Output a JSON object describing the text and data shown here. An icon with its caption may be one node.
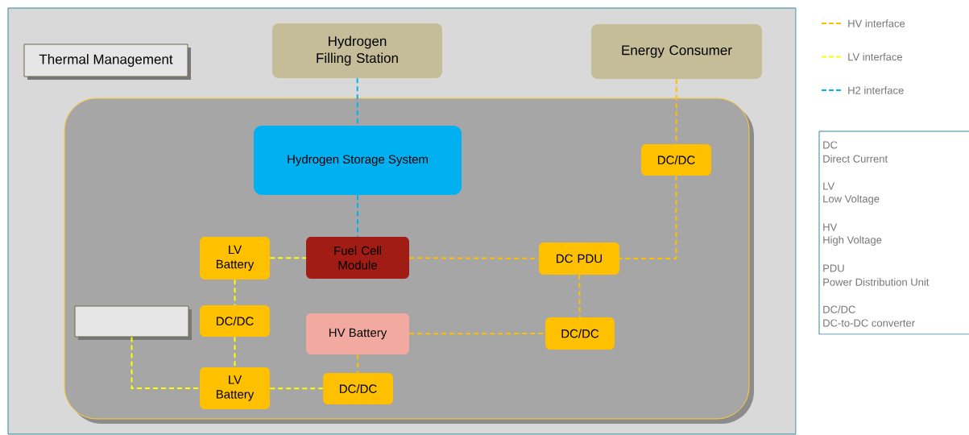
{
  "diagram": {
    "nodes": [
      {
        "text": [],
        "shape": "box"
      },
      {
        "text": [
          "Thermal Management"
        ],
        "in": 0
      },
      {
        "text": [
          "Hydrogen Filling Station"
        ],
        "in": 0
      },
      {
        "text": [
          "Energy Consumer"
        ],
        "in": 0
      },
      {
        "text": [],
        "shape": "box",
        "in": 0
      },
      {
        "text": [
          "Hydrogen Storage System"
        ],
        "in": 4
      },
      {
        "text": [
          "DC/DC"
        ],
        "in": 4
      },
      {
        "text": [
          "LV Battery"
        ],
        "in": 4
      },
      {
        "text": [
          "Fuel Cell Module"
        ],
        "in": 4
      },
      {
        "text": [
          "DC PDU"
        ],
        "in": 4
      },
      {
        "text": [],
        "shape": "box",
        "in": 4
      },
      {
        "text": [
          "DC/DC"
        ],
        "in": 4
      },
      {
        "text": [
          "HV Battery"
        ],
        "in": 4
      },
      {
        "text": [
          "DC/DC"
        ],
        "in": 4
      },
      {
        "text": [
          "LV Battery"
        ],
        "in": 4
      },
      {
        "text": [
          "DC/DC"
        ],
        "in": 4
      }
    ],
    "edges": [
      {
        "from": 2,
        "to": 5,
        "arrow": "none",
        "style": "dashed",
        "color": "#00b0f0"
      },
      {
        "from": 5,
        "to": 8,
        "arrow": "none",
        "style": "dashed",
        "color": "#00b0f0"
      },
      {
        "from": 3,
        "to": 6,
        "arrow": "none",
        "style": "dashed",
        "color": "#ffc000"
      },
      {
        "from": 6,
        "to": 9,
        "arrow": "none",
        "style": "dashed",
        "color": "#ffc000"
      },
      {
        "from": 7,
        "to": 8,
        "arrow": "none",
        "style": "dashed",
        "color": "#ffff00"
      },
      {
        "from": 8,
        "to": 9,
        "arrow": "none",
        "style": "dashed",
        "color": "#ffc000"
      },
      {
        "from": 7,
        "to": 11,
        "arrow": "none",
        "style": "dashed",
        "color": "#ffff00"
      },
      {
        "from": 9,
        "to": 13,
        "arrow": "none",
        "style": "dashed",
        "color": "#ffc000"
      },
      {
        "from": 12,
        "to": 13,
        "arrow": "none",
        "style": "dashed",
        "color": "#ffc000"
      },
      {
        "from": 10,
        "to": 14,
        "arrow": "none",
        "style": "dashed",
        "color": "#ffff00"
      },
      {
        "from": 11,
        "to": 14,
        "arrow": "none",
        "style": "dashed",
        "color": "#ffff00"
      },
      {
        "from": 12,
        "to": 15,
        "arrow": "none",
        "style": "dashed",
        "color": "#ffc000"
      },
      {
        "from": 14,
        "to": 15,
        "arrow": "none",
        "style": "dashed",
        "color": "#ffff00"
      }
    ],
    "labels": [
      "DC",
      "Direct Current",
      "LV",
      "Low Voltage",
      "HV",
      "High Voltage",
      "PDU",
      "Power Distribution Unit",
      "DC/DC",
      "DC-to-DC converter"
    ],
    "legend": [
      {
        "text": "HV interface"
      },
      {
        "text": "LV interface"
      },
      {
        "text": "H2 interface"
      }
    ]
  }
}
